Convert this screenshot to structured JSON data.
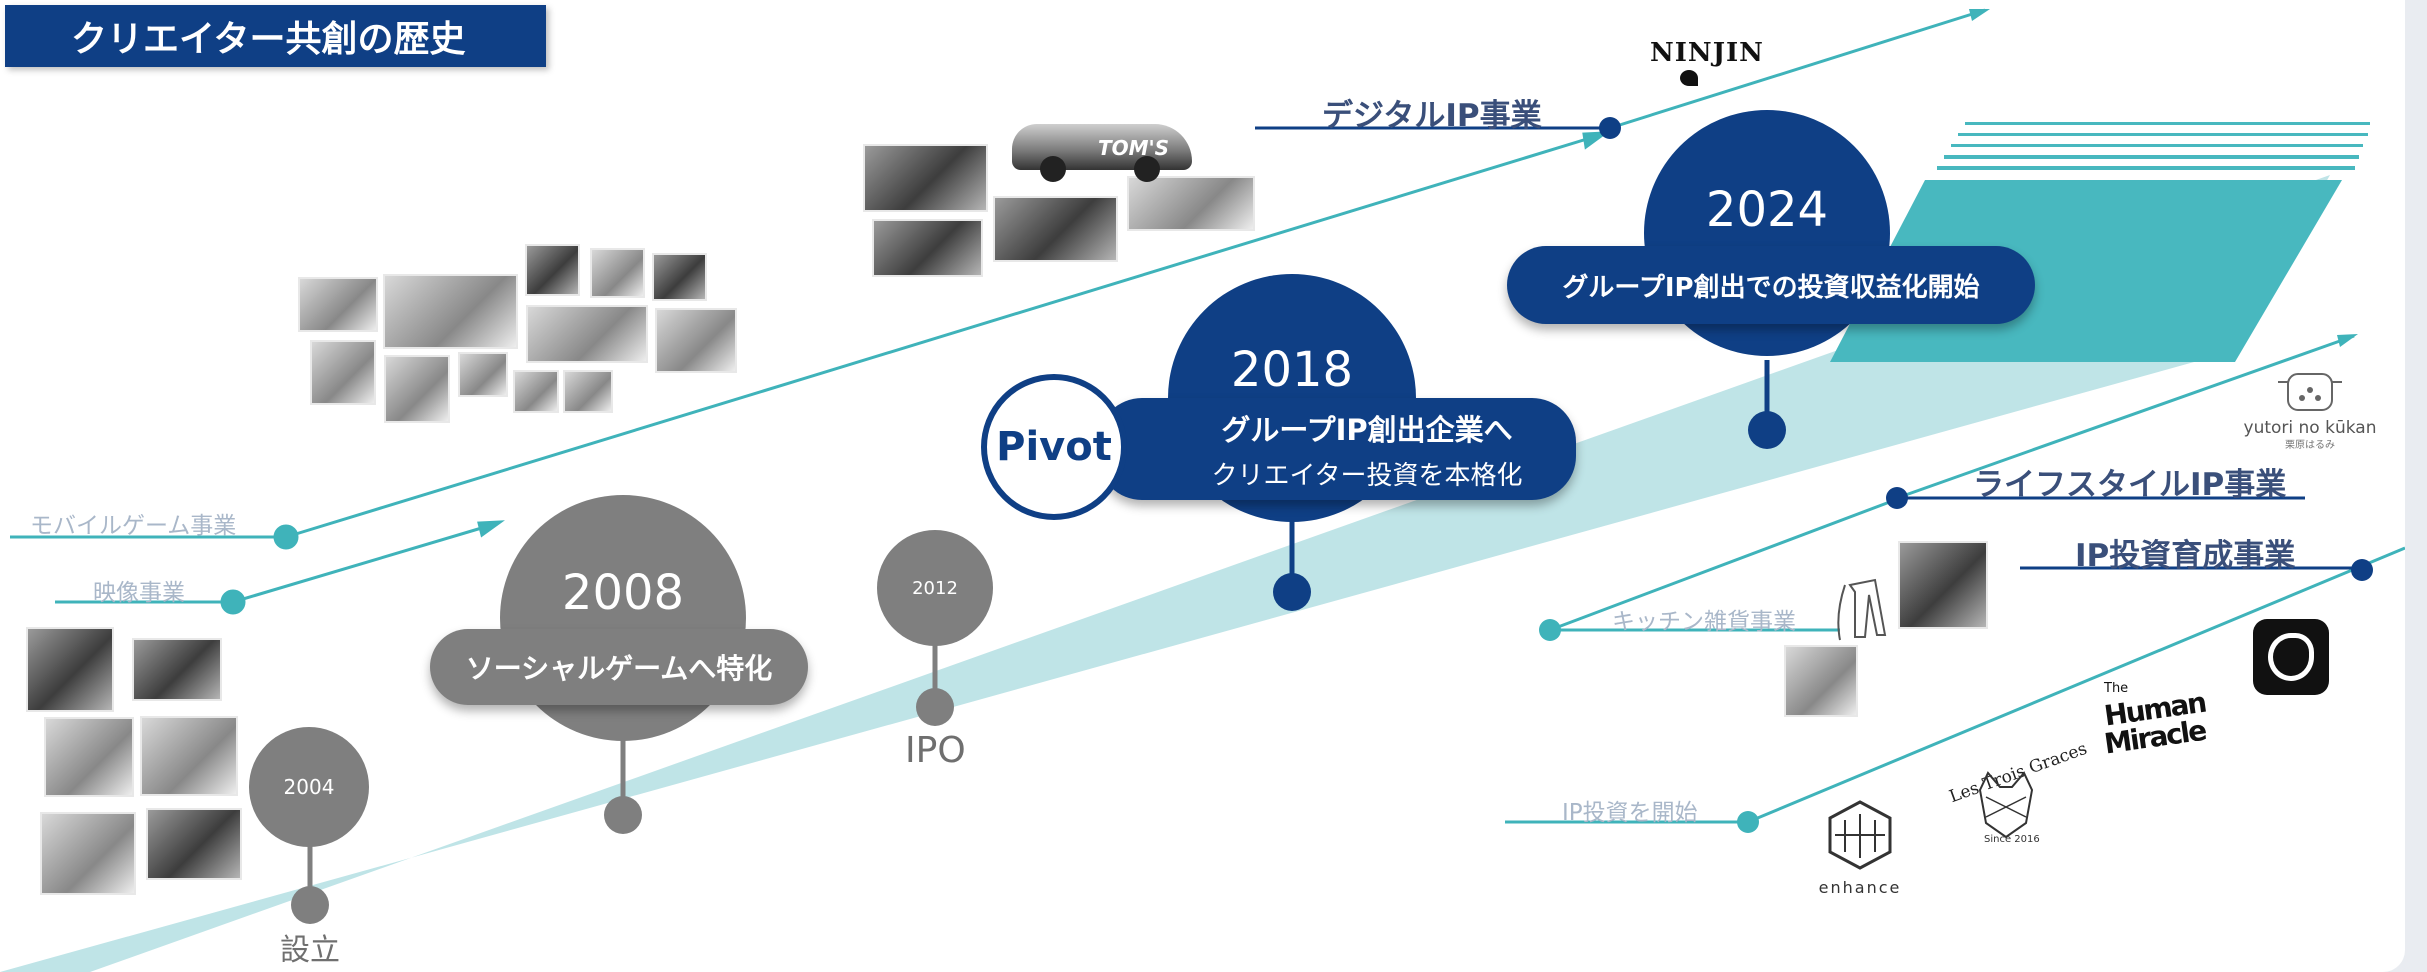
{
  "page_title": "クリエイター共創の歴史",
  "milestones": {
    "y2004": {
      "year": "2004",
      "label": "設立"
    },
    "y2008": {
      "year": "2008",
      "label": "ソーシャルゲームへ特化"
    },
    "y2012": {
      "year": "2012",
      "label": "IPO"
    },
    "y2018": {
      "year": "2018",
      "pivot": "Pivot",
      "label_line1": "グループIP創出企業へ",
      "label_line2": "クリエイター投資を本格化"
    },
    "y2024": {
      "year": "2024",
      "label": "グループIP創出での投資収益化開始"
    }
  },
  "business_lines": {
    "mobile_game": "モバイルゲーム事業",
    "video": "映像事業",
    "digital_ip": "デジタルIP事業",
    "lifestyle_ip": "ライフスタイルIP事業",
    "ip_investment": "IP投資育成事業",
    "kitchen": "キッチン雑貨事業",
    "ip_start": "IP投資を開始"
  },
  "logos": {
    "ninjin": "NINJIN",
    "toms": "TOM'S",
    "yutori_name": "yutori no kūkan",
    "yutori_sub": "栗原はるみ",
    "enhance": "enhance",
    "les_trois_graces": "Les Trois Graces",
    "since": "Since 2016",
    "human_miracle_the": "The",
    "human_miracle_1": "Human",
    "human_miracle_2": "Miracle"
  },
  "colors": {
    "navy": "#0f3f85",
    "teal": "#3fb3ba",
    "band": "#bfe4e7",
    "grey": "#7f7f7f"
  }
}
